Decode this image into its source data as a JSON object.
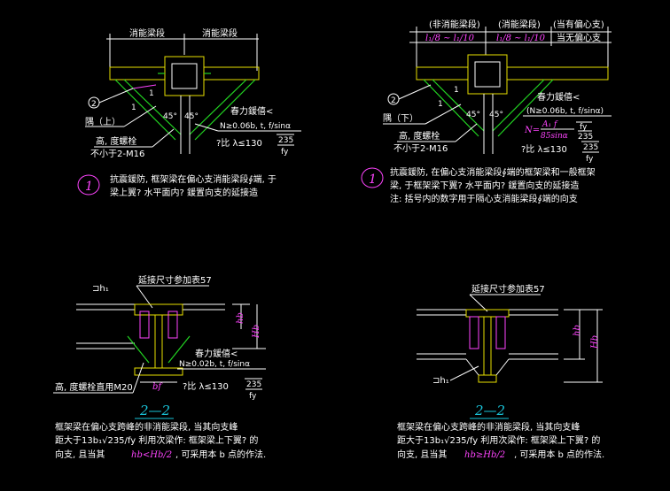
{
  "colors": {
    "background": "#000000",
    "line": "#ffffff",
    "steel": "#e8e000",
    "brace": "#22d422",
    "marker": "#ff44ff",
    "section": "#19c3d8"
  },
  "detail_tl": {
    "dim_left": "消能梁段",
    "dim_right": "消能梁段",
    "tag": "2",
    "stiffener": "隅（上）",
    "bolt_1": "高, 度螺栓",
    "bolt_2": "不小于2-M16",
    "angle_1": "1",
    "angle_2": "1",
    "deg_left": "45°",
    "deg_right": "45°",
    "note_1": "春力鍰僖<",
    "note_2": "N≥0.06b, t, f/sinα",
    "note_3": "?比  λ≤130",
    "frac_num": "235",
    "frac_den": "fy",
    "circle_no": "1",
    "caption_1": "抗震鍰防, 框架梁在偏心支消能梁段∮端, 于",
    "caption_2": "梁上翼? 水平面内? 鍰置向支的延接造"
  },
  "detail_tr": {
    "hdr_1": "(非消能梁段)",
    "hdr_2": "(消能梁段)",
    "hdr_3": "(当有偏心支)",
    "sub_1": "l₁/8 ~ l₁/10",
    "sub_2": "l₁/8 ~ l₁/10",
    "sub_3": "当无偏心支",
    "tag": "2",
    "stiffener": "隅（下）",
    "bolt_1": "高, 度螺栓",
    "bolt_2": "不小于2-M16",
    "angle_1": "1",
    "angle_2": "1",
    "deg_left": "45°",
    "deg_right": "45°",
    "note_1": "春力鍰僖<",
    "note_2": "(N≥0.06b, t, f/sinα)",
    "note_3": "N=",
    "note_3_num": "A₁ f",
    "note_3_den": "85sinα",
    "frac2_num": "fy",
    "frac2_den": "235",
    "note_4": "?比  λ≤130",
    "frac_num": "235",
    "frac_den": "fy",
    "circle_no": "1",
    "caption_1": "抗震鍰防, 在偏心支消能梁段∮端的框架梁和一般框架",
    "caption_2": "梁, 于框架梁下翼? 水平面内? 鍰置向支的延接造",
    "caption_3": "注: 括号内的数字用于隔心支消能梁段∮端的向支"
  },
  "detail_bl": {
    "top_note": "延接尺寸参加表57",
    "label_left": "⊐h₁",
    "dim_hb": "hb",
    "dim_Hb": "Hb",
    "note_1": "春力鍰僖<",
    "note_2": "N≥0.02b, t, f/sinα",
    "bf": "bf",
    "note_3": "?比  λ≤130",
    "frac_num": "235",
    "frac_den": "fy",
    "bolt": "高, 度螺栓直用M20",
    "section": "2—2",
    "caption_1": "框架梁在偏心支跨峰的非消能梁段, 当其向支峰",
    "caption_2": "距大于13b₁√235/fy 利用次梁作: 框架梁上下翼? 的",
    "caption_3": "向支, 且当其",
    "caption_3b": "hb<Hb/2",
    "caption_3c": ", 可采用本 b 点的作法."
  },
  "detail_br": {
    "top_note": "延接尺寸参加表57",
    "label_left": "⊐h₁",
    "dim_hb": "hb",
    "dim_Hb": "Hb",
    "section": "2—2",
    "caption_1": "框架梁在偏心支跨峰的非消能梁段, 当其向支峰",
    "caption_2": "距大于13b₁√235/fy 利用次梁作: 框架梁上下翼? 的",
    "caption_3": "向支, 且当其",
    "caption_3b": "hb≥Hb/2",
    "caption_3c": ", 可采用本 b 点的作法."
  }
}
